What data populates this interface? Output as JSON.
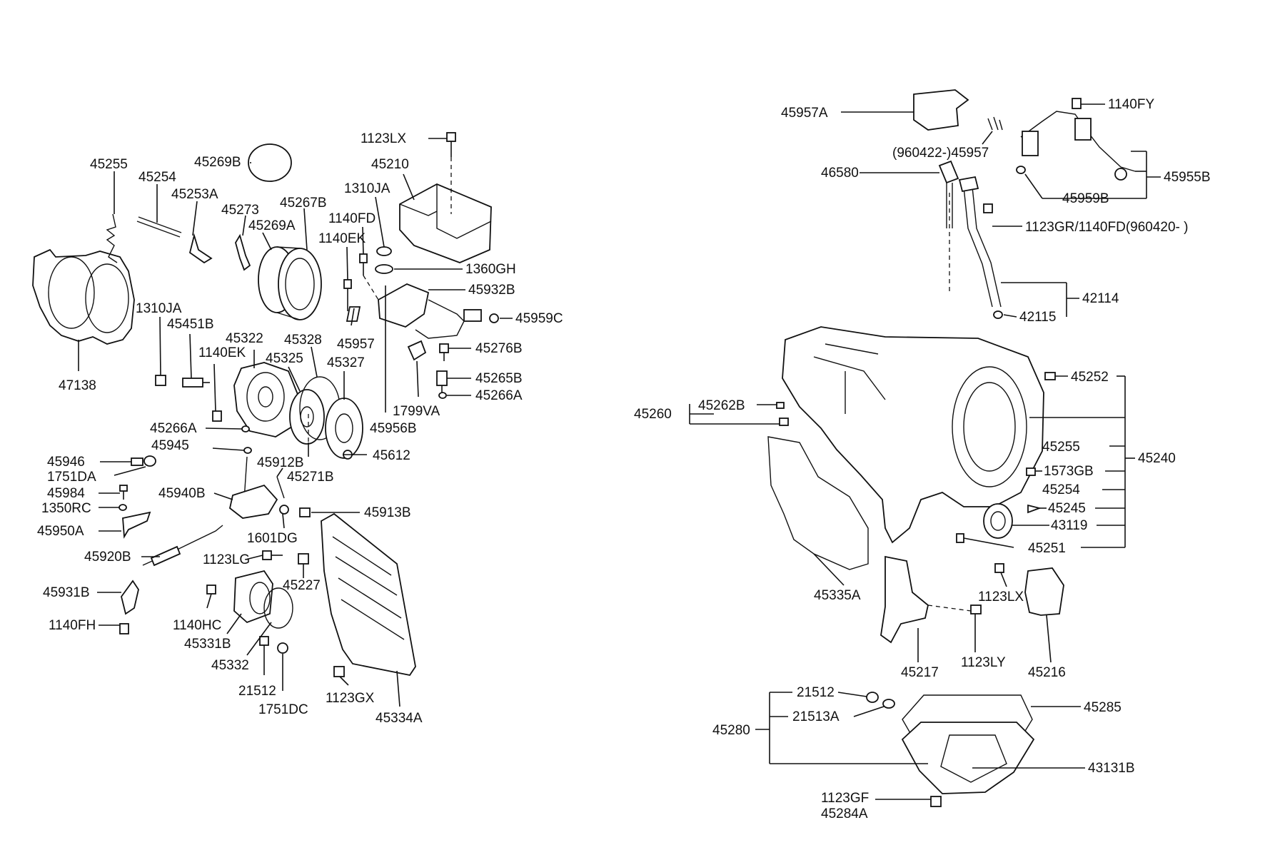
{
  "labels": {
    "l45255a": "45255",
    "l45254a": "45254",
    "l45253a": "45253A",
    "l45269b": "45269B",
    "l45273": "45273",
    "l45267b": "45267B",
    "l45269a": "45269A",
    "l1123lx_a": "1123LX",
    "l45210": "45210",
    "l1310ja_a": "1310JA",
    "l1140fd": "1140FD",
    "l1140ek_a": "1140EK",
    "l1360gh": "1360GH",
    "l45932b": "45932B",
    "l45959c": "45959C",
    "l1310ja_b": "1310JA",
    "l45451b": "45451B",
    "l1140ek_b": "1140EK",
    "l45322": "45322",
    "l45328": "45328",
    "l45325": "45325",
    "l45327": "45327",
    "l45957a_left": "45957",
    "l45276b": "45276B",
    "l45265b": "45265B",
    "l45266a_a": "45266A",
    "l1799va": "1799VA",
    "l47138": "47138",
    "l45266a_b": "45266A",
    "l45956b": "45956B",
    "l45945": "45945",
    "l45946": "45946",
    "l1751da": "1751DA",
    "l45912b": "45912B",
    "l45271b": "45271B",
    "l45612": "45612",
    "l45984": "45984",
    "l1350rc": "1350RC",
    "l45940b": "45940B",
    "l45913b": "45913B",
    "l45950a": "45950A",
    "l1601dg": "1601DG",
    "l45920b": "45920B",
    "l1123lg": "1123LG",
    "l45227": "45227",
    "l45931b": "45931B",
    "l1140hc": "1140HC",
    "l1140fh": "1140FH",
    "l45331b": "45331B",
    "l45332": "45332",
    "l21512_a": "21512",
    "l1751dc": "1751DC",
    "l1123gx": "1123GX",
    "l45334a": "45334A",
    "l45957a": "45957A",
    "l1140fy": "1140FY",
    "l960422": "(960422-)45957",
    "l45955b": "45955B",
    "l46580": "46580",
    "l45959b": "45959B",
    "l1123gr": "1123GR/1140FD(960420-  )",
    "l42114": "42114",
    "l42115": "42115",
    "l45252": "45252",
    "l45262b": "45262B",
    "l45260": "45260",
    "l45255b": "45255",
    "l45240": "45240",
    "l1573gb": "1573GB",
    "l45254b": "45254",
    "l45245": "45245",
    "l43119": "43119",
    "l45251": "45251",
    "l45335a": "45335A",
    "l1123lx_b": "1123LX",
    "l1123ly": "1123LY",
    "l45217": "45217",
    "l45216": "45216",
    "l21512_b": "21512",
    "l45285": "45285",
    "l21513a": "21513A",
    "l45280": "45280",
    "l43131b": "43131B",
    "l1123gf": "1123GF",
    "l45284a": "45284A"
  }
}
